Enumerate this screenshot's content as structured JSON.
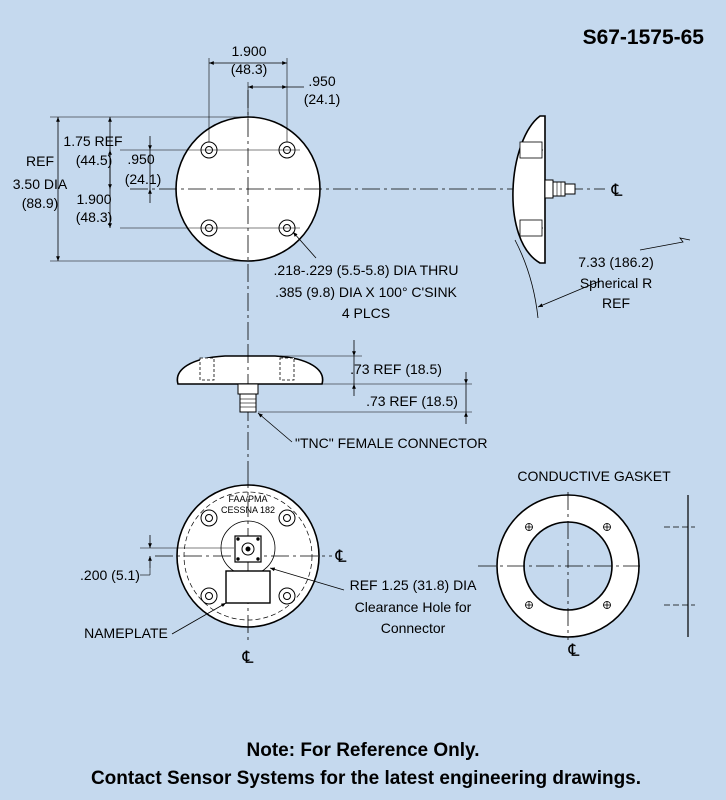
{
  "part_number": "S67-1575-65",
  "colors": {
    "background": "#c5d9ee",
    "ink": "#000000"
  },
  "top_view": {
    "dim_1900_a": "1.900",
    "dim_1900_a_mm": "(48.3)",
    "dim_950_a": ".950",
    "dim_950_a_mm": "(24.1)",
    "dim_175": "1.75 REF",
    "dim_175_mm": "(44.5)",
    "dim_950_b": ".950",
    "dim_950_b_mm": "(24.1)",
    "dim_1900_b": "1.900",
    "dim_1900_b_mm": "(48.3)",
    "dia_ref": "REF",
    "dia_value": "3.50 DIA",
    "dia_mm": "(88.9)",
    "hole_note": [
      ".218-.229 (5.5-5.8) DIA THRU",
      ".385 (9.8) DIA X 100° C'SINK",
      "4 PLCS"
    ]
  },
  "side_view_right": {
    "centerline": "℄",
    "radius_note": [
      "7.33 (186.2)",
      "Spherical R",
      "REF"
    ]
  },
  "side_view": {
    "dim_73_a": ".73 REF (18.5)",
    "dim_73_b": ".73 REF (18.5)",
    "connector_label": "\"TNC\" FEMALE CONNECTOR"
  },
  "bottom_view": {
    "stamp_line1": "FAA/PMA",
    "stamp_line2": "CESSNA 182",
    "dim_200": ".200 (5.1)",
    "centerline_h": "℄",
    "centerline_v": "℄",
    "clearance_note": [
      "REF 1.25 (31.8) DIA",
      "Clearance Hole for",
      "Connector"
    ],
    "nameplate_label": "NAMEPLATE"
  },
  "gasket_view": {
    "title": "CONDUCTIVE GASKET",
    "centerline_v": "℄"
  },
  "footer": {
    "note": "Note: For Reference Only.",
    "contact": "Contact Sensor Systems for the latest engineering drawings."
  }
}
